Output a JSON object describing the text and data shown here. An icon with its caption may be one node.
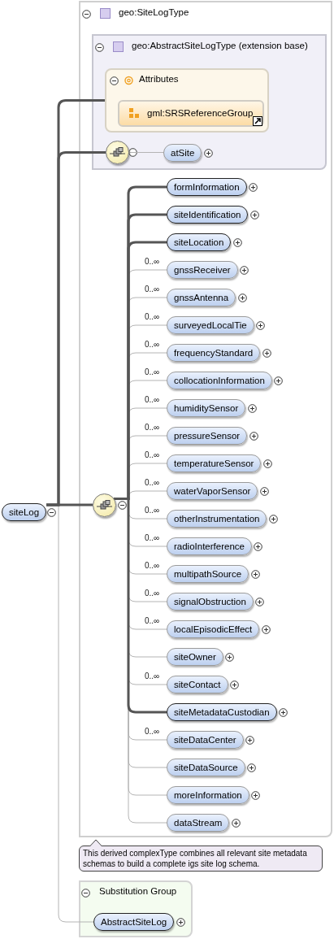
{
  "diagram": {
    "nodes": [
      {
        "text": [
          "siteLog"
        ]
      },
      {
        "text": [
          "geo:SiteLogType"
        ]
      },
      {
        "text": [
          "geo:AbstractSiteLogType (extension base)"
        ],
        "in": 1
      },
      {
        "text": [
          "Attributes"
        ],
        "in": 2
      },
      {
        "text": [
          "gml:SRSReferenceGroup"
        ],
        "in": 3
      },
      {
        "text": [],
        "shape": "circle",
        "in": 2
      },
      {
        "text": [
          "atSite"
        ],
        "in": 2
      },
      {
        "text": [],
        "shape": "circle",
        "in": 1
      },
      {
        "text": [
          "formInformation"
        ],
        "in": 1
      },
      {
        "text": [
          "siteIdentification"
        ],
        "in": 1
      },
      {
        "text": [
          "siteLocation"
        ],
        "in": 1
      },
      {
        "text": [
          "gnssReceiver"
        ],
        "in": 1
      },
      {
        "text": [
          "gnssAntenna"
        ],
        "in": 1
      },
      {
        "text": [
          "surveyedLocalTie"
        ],
        "in": 1
      },
      {
        "text": [
          "frequencyStandard"
        ],
        "in": 1
      },
      {
        "text": [
          "collocationInformation"
        ],
        "in": 1
      },
      {
        "text": [
          "humiditySensor"
        ],
        "in": 1
      },
      {
        "text": [
          "pressureSensor"
        ],
        "in": 1
      },
      {
        "text": [
          "temperatureSensor"
        ],
        "in": 1
      },
      {
        "text": [
          "waterVaporSensor"
        ],
        "in": 1
      },
      {
        "text": [
          "otherInstrumentation"
        ],
        "in": 1
      },
      {
        "text": [
          "radioInterference"
        ],
        "in": 1
      },
      {
        "text": [
          "multipathSource"
        ],
        "in": 1
      },
      {
        "text": [
          "signalObstruction"
        ],
        "in": 1
      },
      {
        "text": [
          "localEpisodicEffect"
        ],
        "in": 1
      },
      {
        "text": [
          "siteOwner"
        ],
        "in": 1
      },
      {
        "text": [
          "siteContact"
        ],
        "in": 1
      },
      {
        "text": [
          "siteMetadataCustodian"
        ],
        "in": 1
      },
      {
        "text": [
          "siteDataCenter"
        ],
        "in": 1
      },
      {
        "text": [
          "siteDataSource"
        ],
        "in": 1
      },
      {
        "text": [
          "moreInformation"
        ],
        "in": 1
      },
      {
        "text": [
          "dataStream"
        ],
        "in": 1
      },
      {
        "text": [
          "This derived complexType combines all relevant site metadata schemas to build a complete igs site log schema."
        ]
      },
      {
        "text": [
          "Substitution Group"
        ]
      },
      {
        "text": [
          "AbstractSiteLog"
        ],
        "in": 33
      }
    ],
    "edges": [
      {
        "from": 0,
        "to": 3,
        "arrow": "none",
        "style": "thick",
        "color": "#555555"
      },
      {
        "from": 0,
        "to": 5,
        "arrow": "none",
        "style": "thick",
        "color": "#555555"
      },
      {
        "from": 0,
        "to": 7,
        "arrow": "none",
        "style": "thick",
        "color": "#555555"
      },
      {
        "from": 0,
        "to": 34,
        "arrow": "none"
      },
      {
        "from": 5,
        "to": 6,
        "arrow": "none"
      },
      {
        "from": 7,
        "to": 8,
        "arrow": "none",
        "style": "thick",
        "color": "#555555"
      },
      {
        "from": 7,
        "to": 9,
        "arrow": "none",
        "style": "thick",
        "color": "#555555"
      },
      {
        "from": 7,
        "to": 10,
        "arrow": "none",
        "style": "thick",
        "color": "#555555"
      },
      {
        "from": 7,
        "to": 11,
        "arrow": "none",
        "label": "0..∞"
      },
      {
        "from": 7,
        "to": 12,
        "arrow": "none",
        "label": "0..∞"
      },
      {
        "from": 7,
        "to": 13,
        "arrow": "none",
        "label": "0..∞"
      },
      {
        "from": 7,
        "to": 14,
        "arrow": "none",
        "label": "0..∞"
      },
      {
        "from": 7,
        "to": 15,
        "arrow": "none",
        "label": "0..∞"
      },
      {
        "from": 7,
        "to": 16,
        "arrow": "none",
        "label": "0..∞"
      },
      {
        "from": 7,
        "to": 17,
        "arrow": "none",
        "label": "0..∞"
      },
      {
        "from": 7,
        "to": 18,
        "arrow": "none",
        "label": "0..∞"
      },
      {
        "from": 7,
        "to": 19,
        "arrow": "none",
        "label": "0..∞"
      },
      {
        "from": 7,
        "to": 20,
        "arrow": "none",
        "label": "0..∞"
      },
      {
        "from": 7,
        "to": 21,
        "arrow": "none",
        "label": "0..∞"
      },
      {
        "from": 7,
        "to": 22,
        "arrow": "none",
        "label": "0..∞"
      },
      {
        "from": 7,
        "to": 23,
        "arrow": "none",
        "label": "0..∞"
      },
      {
        "from": 7,
        "to": 24,
        "arrow": "none",
        "label": "0..∞"
      },
      {
        "from": 7,
        "to": 25,
        "arrow": "none"
      },
      {
        "from": 7,
        "to": 26,
        "arrow": "none",
        "label": "0..∞"
      },
      {
        "from": 7,
        "to": 27,
        "arrow": "none",
        "style": "thick",
        "color": "#555555"
      },
      {
        "from": 7,
        "to": 28,
        "arrow": "none",
        "label": "0..∞"
      },
      {
        "from": 7,
        "to": 29,
        "arrow": "none"
      },
      {
        "from": 7,
        "to": 30,
        "arrow": "none"
      },
      {
        "from": 7,
        "to": 31,
        "arrow": "none"
      }
    ]
  }
}
